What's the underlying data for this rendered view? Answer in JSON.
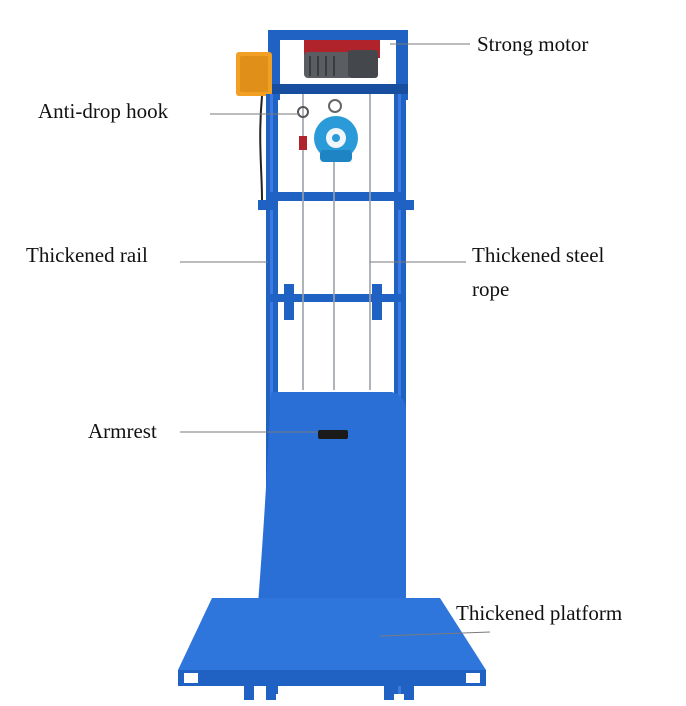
{
  "labels": {
    "motor": "Strong motor",
    "hook": "Anti-drop hook",
    "rail": "Thickened rail",
    "rope_line1": "Thickened steel",
    "rope_line2": "rope",
    "armrest": "Armrest",
    "platform": "Thickened platform"
  },
  "colors": {
    "frame_blue": "#1f62c4",
    "frame_dark": "#174ea0",
    "panel_blue": "#2a6fd6",
    "motor_red": "#b0232a",
    "motor_gray": "#5a5e63",
    "controller_orange": "#f2a024",
    "hook_blue": "#2a9ad9",
    "leader_line": "#7a7a7a"
  }
}
